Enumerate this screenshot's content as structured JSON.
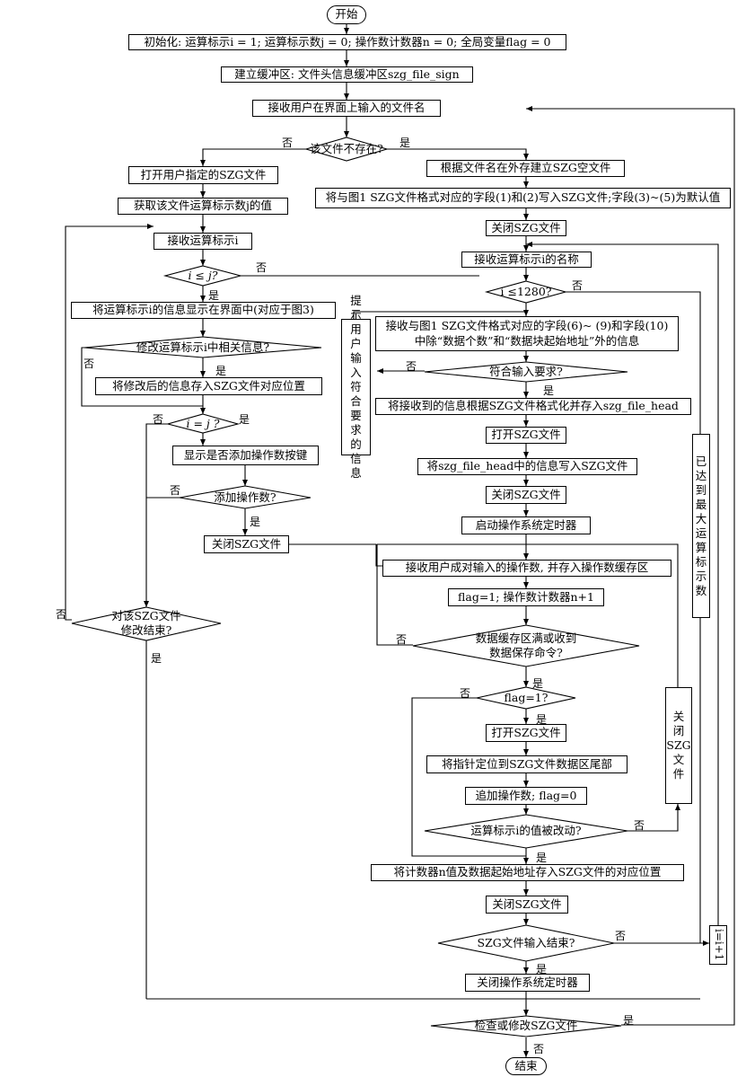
{
  "nodes": {
    "start": "开始",
    "init": "初始化: 运算标示i = 1; 运算标示数j = 0; 操作数计数器n = 0; 全局变量flag = 0",
    "buffer": "建立缓冲区: 文件头信息缓冲区szg_file_sign",
    "receive_name": "接收用户在界面上输入的文件名",
    "file_not_exist": "该文件不存在?",
    "open_user_file": "打开用户指定的SZG文件",
    "create_file": "根据文件名在外存建立SZG空文件",
    "write_fields": "将与图1 SZG文件格式对应的字段(1)和(2)写入SZG文件;字段(3)~(5)为默认值",
    "get_j": "获取该文件运算标示数j的值",
    "close_szg_1": "关闭SZG文件",
    "recv_i": "接收运算标示i",
    "recv_i_name": "接收运算标示i的名称",
    "i_le_j": "i ≤ j?",
    "i_le_1280": "i ≤1280?",
    "show_info": "将运算标示i的信息显示在界面中(对应于图3)",
    "recv_fields_1": "接收与图1 SZG文件格式对应的字段(6)~ (9)和字段(10)",
    "recv_fields_2": "中除“数据个数”和“数据块起始地址”外的信息",
    "prompt_chars": [
      "提",
      "示",
      "用",
      "户",
      "输",
      "入",
      "符",
      "合",
      "要",
      "求",
      "的",
      "信",
      "息"
    ],
    "modify_info": "修改运算标示i中相关信息?",
    "meets_req": "符合输入要求?",
    "save_modified": "将修改后的信息存入SZG文件对应位置",
    "format_store": "将接收到的信息根据SZG文件格式化并存入szg_file_head",
    "i_eq_j": "i = j ?",
    "open_szg_1": "打开SZG文件",
    "show_add_btn": "显示是否添加操作数按键",
    "write_head": "将szg_file_head中的信息写入SZG文件",
    "max_reached_chars": [
      "已",
      "达",
      "到",
      "最",
      "大",
      "运",
      "算",
      "标",
      "示",
      "数"
    ],
    "add_operand": "添加操作数?",
    "close_szg_2": "关闭SZG文件",
    "close_szg_3": "关闭SZG文件",
    "start_timer": "启动操作系统定时器",
    "recv_operands": "接收用户成对输入的操作数, 并存入操作数缓存区",
    "flag_n": "flag=1; 操作数计数器n+1",
    "modify_done_1": "对该SZG文件",
    "modify_done_2": "修改结束?",
    "buffer_full_1": "数据缓存区满或收到",
    "buffer_full_2": "数据保存命令?",
    "flag_eq_1": "flag=1?",
    "close_szg_vert": [
      "关",
      "闭",
      "SZG",
      "文",
      "件"
    ],
    "open_szg_2": "打开SZG文件",
    "seek_tail": "将指针定位到SZG文件数据区尾部",
    "append": "追加操作数; flag=0",
    "i_changed": "运算标示i的值被改动?",
    "save_counter": "将计数器n值及数据起始地址存入SZG文件的对应位置",
    "close_szg_4": "关闭SZG文件",
    "input_done": "SZG文件输入结束?",
    "i_plus_1": "i=i+1",
    "close_timer": "关闭操作系统定时器",
    "check_modify": "检查或修改SZG文件",
    "end": "结束"
  },
  "labels": {
    "yes": "是",
    "no": "否"
  }
}
